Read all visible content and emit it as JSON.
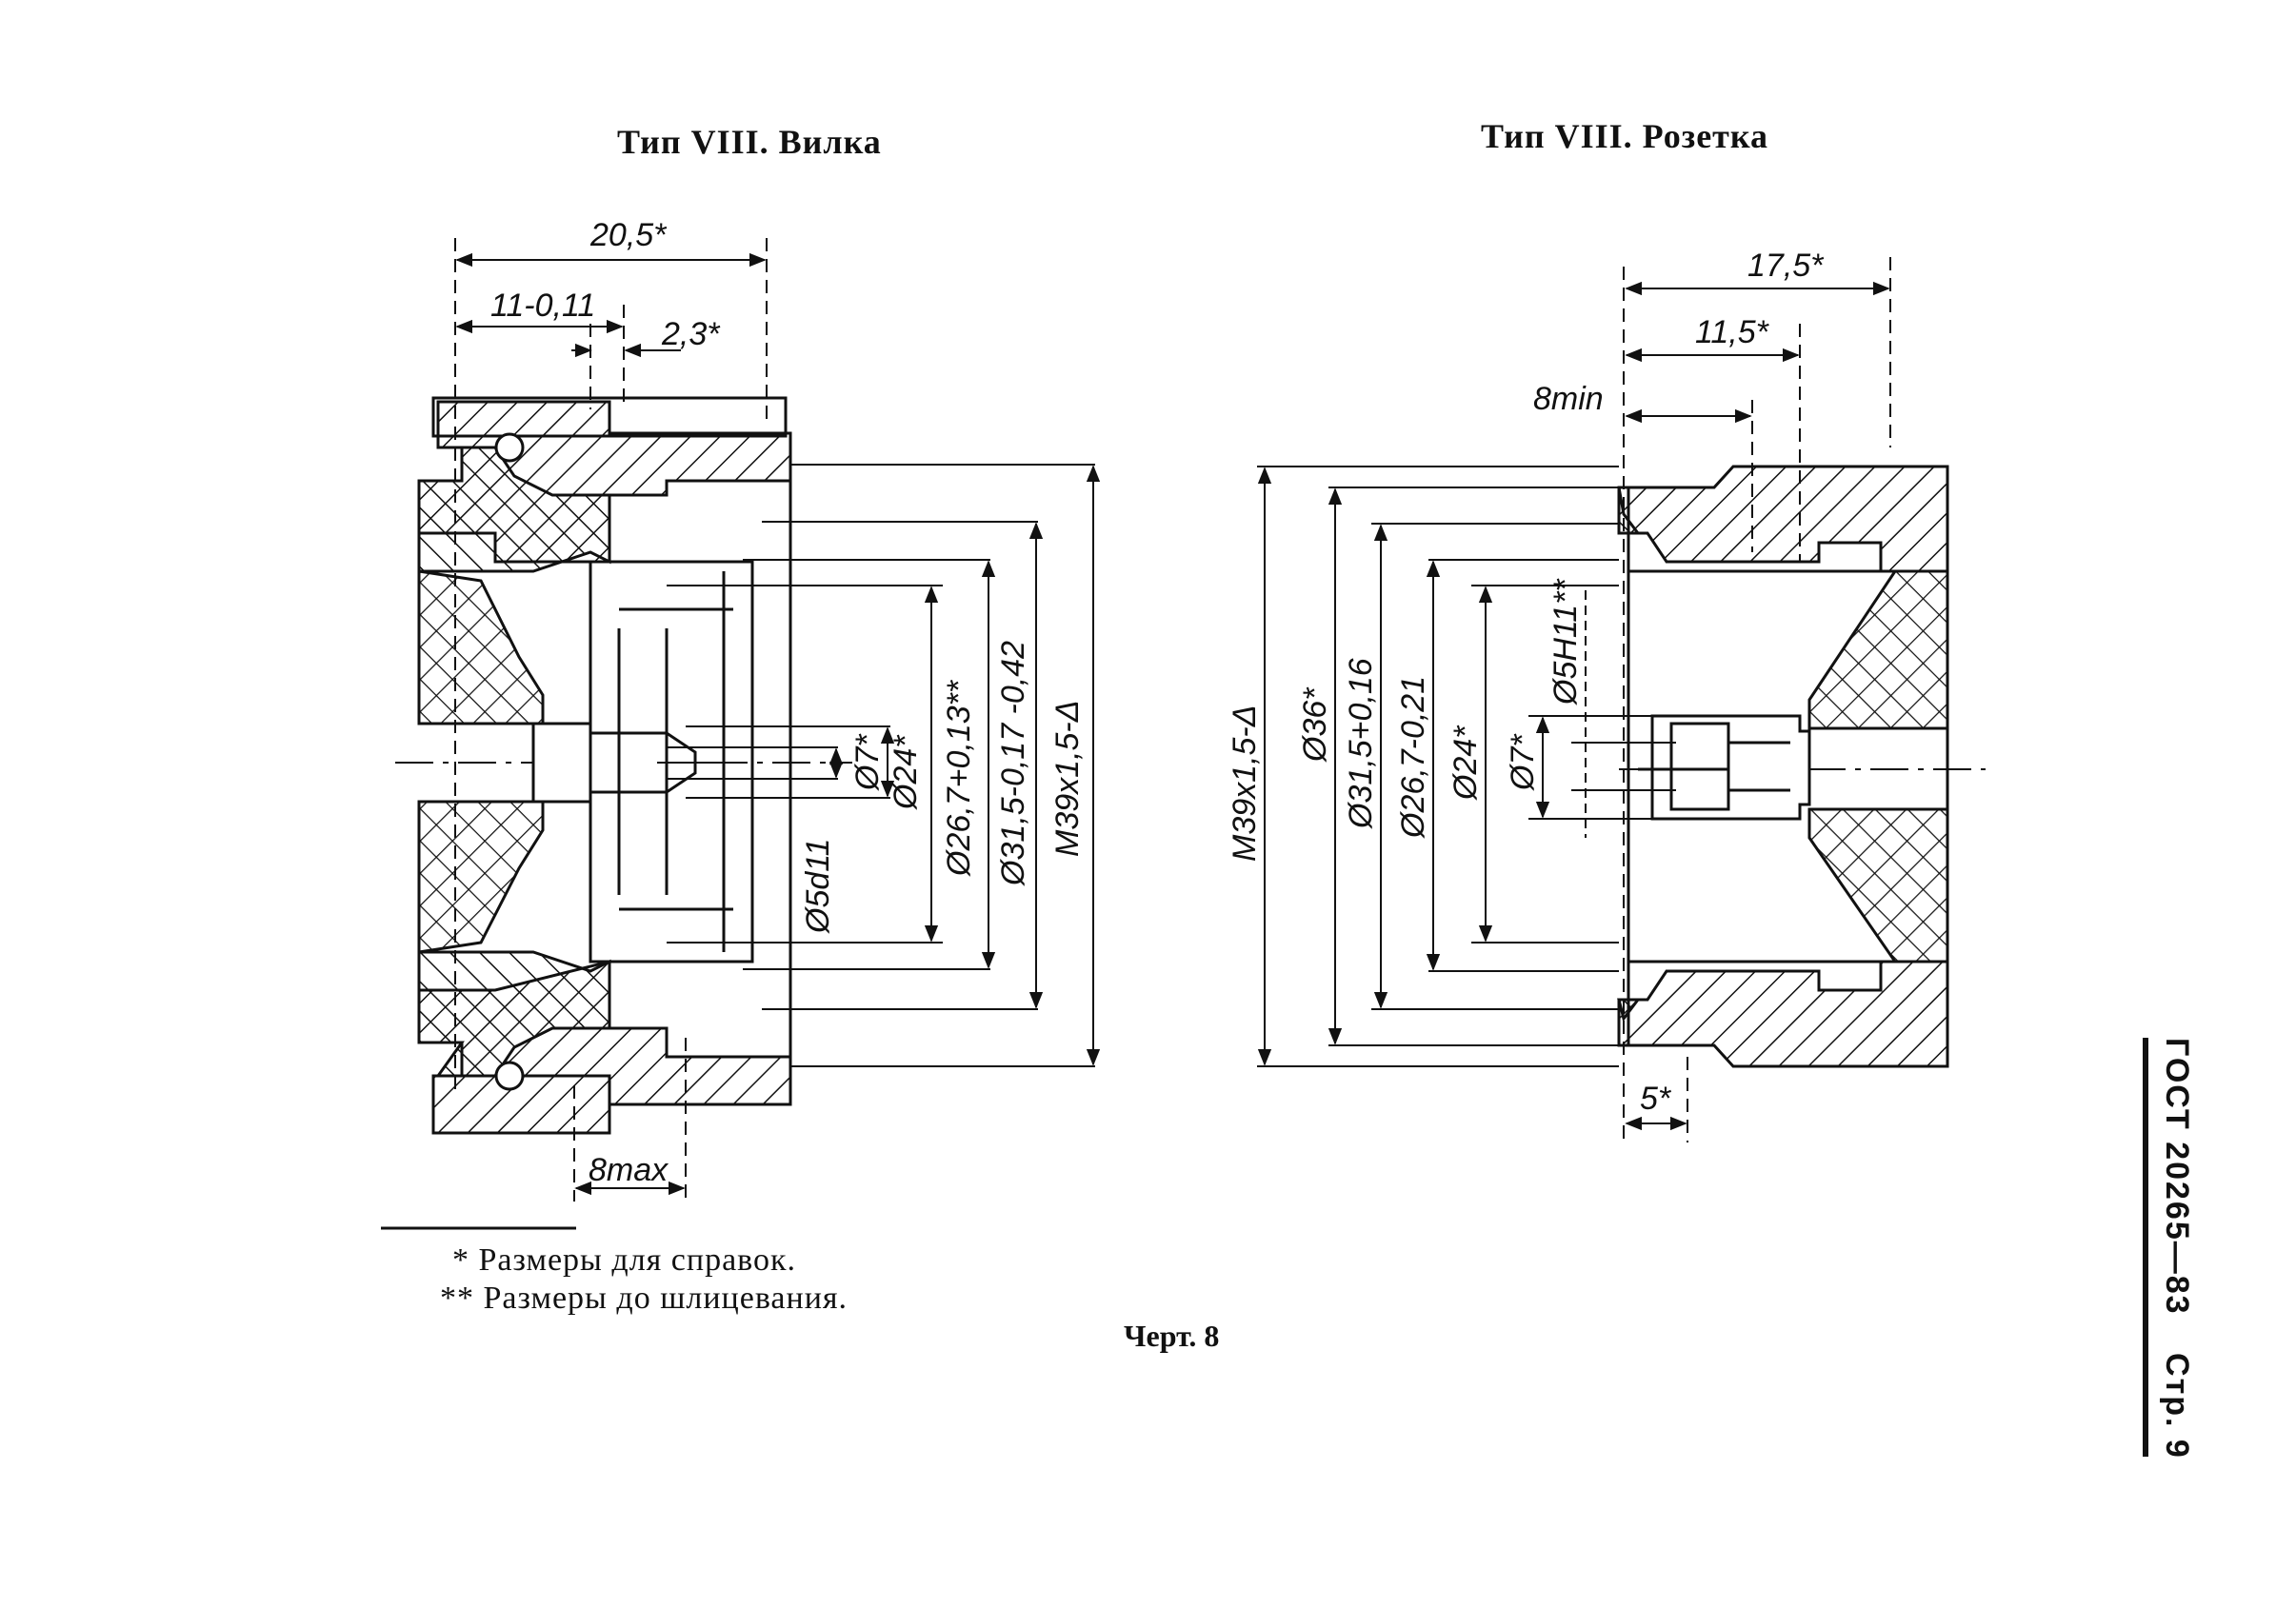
{
  "titles": {
    "plug": "Тип VIII. Вилка",
    "socket": "Тип VIII. Розетка"
  },
  "plug_dims": {
    "d20_5": "20,5*",
    "d11": "11-0,11",
    "d2_3": "2,3*",
    "d8max": "8max",
    "phi5d11": "Ø5d11",
    "phi7": "Ø7*",
    "phi24": "Ø24*",
    "phi26_7": "Ø26,7+0,13**",
    "phi31_5": "Ø31,5-0,17 -0,42",
    "m39": "M39x1,5-Δ"
  },
  "socket_dims": {
    "d17_5": "17,5*",
    "d11_5": "11,5*",
    "d8min": "8min",
    "d5": "5*",
    "m39": "M39x1,5-Δ",
    "phi36": "Ø36*",
    "phi31_5": "Ø31,5+0,16",
    "phi26_7": "Ø26,7-0,21",
    "phi24": "Ø24*",
    "phi7": "Ø7*",
    "phi5h11": "Ø5H11**"
  },
  "notes": {
    "ref": "* Размеры для справок.",
    "pre": "** Размеры до шлицевания."
  },
  "caption": "Черт. 8",
  "side": {
    "standard": "ГОСТ 20265—83",
    "page": "Стр. 9"
  }
}
